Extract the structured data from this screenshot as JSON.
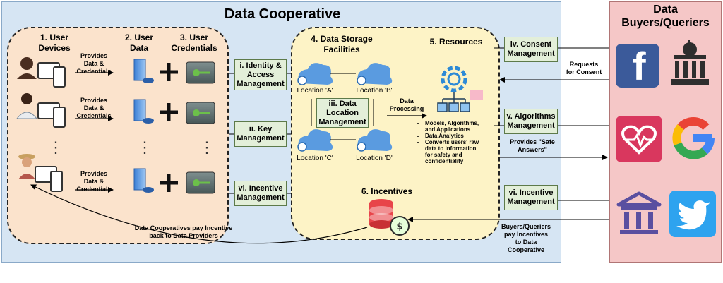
{
  "title": "Data Cooperative",
  "buyers_title": "Data\nBuyers/Queriers",
  "sections": {
    "user_devices": "1. User\nDevices",
    "user_data": "2. User\nData",
    "user_credentials": "3. User\nCredentials",
    "storage": "4. Data Storage\nFacilities",
    "resources": "5. Resources",
    "incentives": "6. Incentives"
  },
  "provides_label": "Provides\nData &\nCredentials",
  "management": {
    "identity": "i. Identity &\nAccess\nManagement",
    "key": "ii. Key\nManagement",
    "location": "iii. Data\nLocation\nManagement",
    "consent": "iv. Consent\nManagement",
    "algorithms": "v. Algorithms\nManagement",
    "incentive_left": "vi. Incentive\nManagement",
    "incentive_right": "vi. Incentive\nManagement"
  },
  "locations": [
    "Location 'A'",
    "Location 'B'",
    "Location 'C'",
    "Location 'D'"
  ],
  "data_processing": "Data\nProcessing",
  "resources_bullets": [
    "Models, Algorithms,\nand Applications",
    "Data Analytics",
    "Converts users' raw\ndata to information\nfor safety and\nconfidentiality"
  ],
  "requests_consent": "Requests\nfor Consent",
  "safe_answers": "Provides \"Safe\nAnswers\"",
  "buyers_pay": "Buyers/Queriers\npay Incentives\nto Data\nCooperative",
  "coop_pay": "Data Cooperatives pay Incentive\nback to Data Providers",
  "ellipsis": "⋮",
  "colors": {
    "panel_blue": "#d6e5f3",
    "buyers_pink": "#f5c7c7",
    "region_orange": "#fbe3cc",
    "region_yellow": "#fdf3c6",
    "mgmt_green": "#e3efd9",
    "heading_red": "#cc2a1c"
  },
  "logos": [
    "facebook-icon",
    "government-building-icon",
    "health-app-icon",
    "google-icon",
    "bank-icon",
    "twitter-icon"
  ]
}
